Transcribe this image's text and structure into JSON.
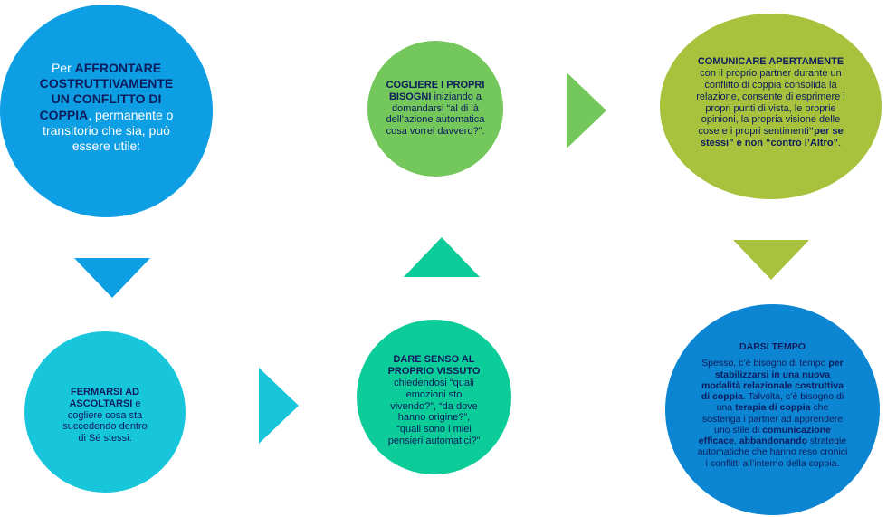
{
  "colors": {
    "start": "#0e9ee3",
    "step1": "#18c6dc",
    "step2": "#0ccc9a",
    "step3": "#74c75a",
    "step4": "#a9c23e",
    "step5": "#0c85d2",
    "highlight_text": "#0d1c5c"
  },
  "intro": {
    "pre": "Per ",
    "bold": "AFFRONTARE COSTRUTTIVAMENTE UN CONFLITTO DI COPPIA",
    "post": ", permanente o transitorio che sia, può essere utile:"
  },
  "step1": {
    "bold": "FERMARSI AD ASCOLTARSI",
    "text": " e cogliere cosa sta succedendo dentro di Sé stessi."
  },
  "step2": {
    "bold": "DARE SENSO AL PROPRIO VISSUTO",
    "text": " chiedendosi “quali emozioni sto vivendo?”, “da dove hanno origine?”, “quali sono i miei pensieri automatici?”"
  },
  "step3": {
    "bold": "COGLIERE I PROPRI BISOGNI",
    "text": " iniziando a domandarsi “al di là dell’azione automatica cosa vorrei davvero?”."
  },
  "step4": {
    "bold": "COMUNICARE APERTAMENTE",
    "text": " con il proprio partner durante un conflitto di coppia consolida la relazione, consente di esprimere i propri punti di vista, le proprie opinioni, la propria visione delle cose e i propri sentimenti",
    "bold2": "“per se stessi” e non “contro l’Altro”",
    "end": "."
  },
  "step5": {
    "heading": "DARSI TEMPO",
    "t1": "Spesso, c’è bisogno di tempo ",
    "b1": "per stabilizzarsi in una nuova modalità relazionale costruttiva di coppia",
    "t2": ". Talvolta, c’è bisogno di una ",
    "b2": "terapia di coppia",
    "t3": " che sostenga i partner ad apprendere uno stile di ",
    "b3": "comunicazione efficace",
    "t4": ", ",
    "b4": "abbandonando",
    "t5": " strategie automatiche che hanno reso cronici i conflitti all’interno della coppia."
  }
}
